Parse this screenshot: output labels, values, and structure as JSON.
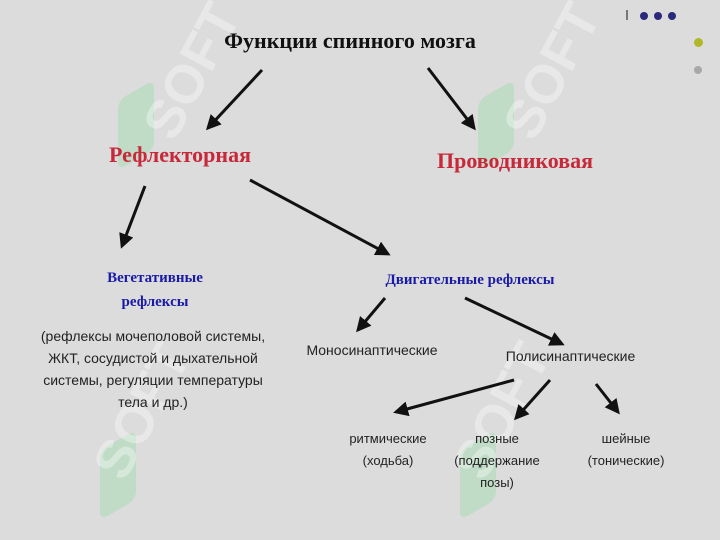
{
  "diagram": {
    "title": "Функции спинного мозга",
    "reflex": "Рефлекторная",
    "conduct": "Проводниковая",
    "veg_line1": "Вегетативные",
    "veg_line2": "рефлексы",
    "veg_desc": "(рефлексы мочеполовой системы, ЖКТ, сосудистой и дыхательной системы, регуляции температуры тела и др.)",
    "motor": "Двигательные рефлексы",
    "mono": "Моносинаптические",
    "poly": "Полисинаптические",
    "rhythm_line1": "ритмические",
    "rhythm_line2": "(ходьба)",
    "pose_line1": "позные",
    "pose_line2": "(поддержание",
    "pose_line3": "позы)",
    "neck_line1": "шейные",
    "neck_line2": "(тонические)"
  },
  "watermark": "SOFT",
  "colors": {
    "background": "#dcdcdc",
    "red": "#c62a3a",
    "blue": "#1a1aa8",
    "nav_dot": "#2a2a7a",
    "nav_accent": "#b0b828"
  }
}
